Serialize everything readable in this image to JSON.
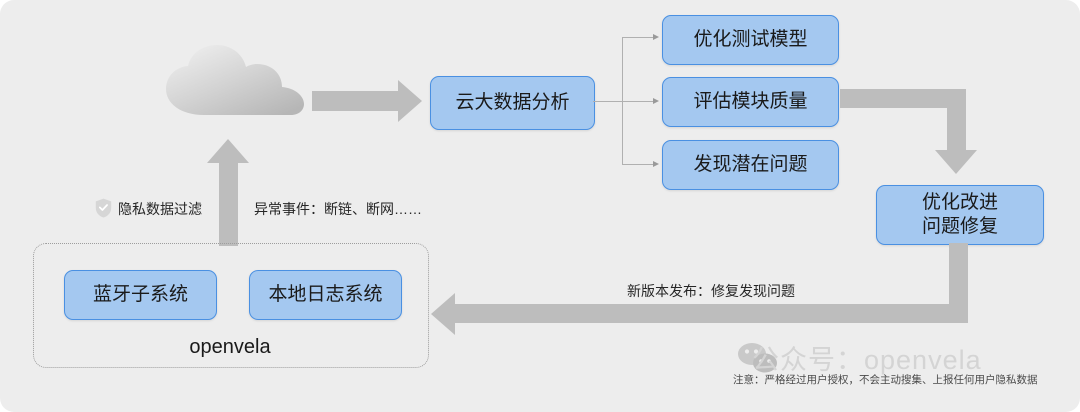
{
  "diagram": {
    "title": "openvela cloud data analysis flow",
    "colors": {
      "canvas_bg": "#ededed",
      "box_fill": "#a4c8f0",
      "box_border": "#4a90e2",
      "arrow_gray": "#bdbdbd",
      "connector_gray": "#b0b0b0",
      "watermark_gray": "#d4d4d4"
    },
    "cloud": {
      "icon": "cloud-icon"
    },
    "nodes": {
      "cloud_analysis": "云大数据分析",
      "optimize_test_model": "优化测试模型",
      "evaluate_module_quality": "评估模块质量",
      "discover_latent_issues": "发现潜在问题",
      "optimize_fix_line1": "优化改进",
      "optimize_fix_line2": "问题修复",
      "bluetooth_subsystem": "蓝牙子系统",
      "local_log_system": "本地日志系统"
    },
    "container": {
      "name": "openvela"
    },
    "labels": {
      "privacy_filter": "隐私数据过滤",
      "abnormal_events": "异常事件：断链、断网……",
      "new_release": "新版本发布：修复发现问题"
    },
    "icons": {
      "shield": "shield-check-icon",
      "wechat": "wechat-logo-icon"
    },
    "watermark": {
      "text": "公众号：openvela"
    },
    "disclaimer": {
      "text": "注意：严格经过用户授权，不会主动搜集、上报任何用户隐私数据"
    }
  }
}
